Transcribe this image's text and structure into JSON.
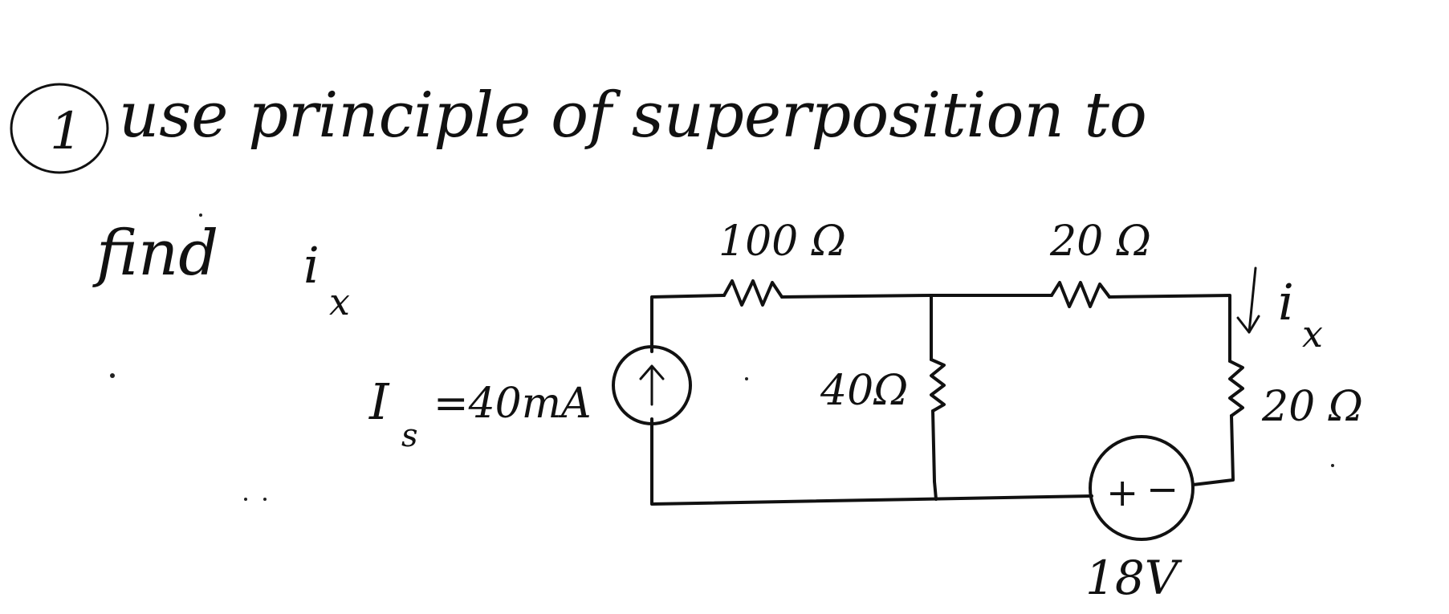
{
  "problem": {
    "number": "1",
    "line1": "use principle of superposition to",
    "line2": "find"
  },
  "target": {
    "symbol": "i",
    "subscript": "x"
  },
  "components": {
    "current_source": {
      "symbol": "I",
      "subscript": "s",
      "value": "=40mA",
      "arrow_icon": "up-arrow"
    },
    "r_top_left": "100 Ω",
    "r_top_right": "20 Ω",
    "r_middle": "40Ω",
    "r_right": "20 Ω",
    "voltage_source": {
      "value": "18V",
      "plus": "+",
      "minus": "−"
    },
    "branch_current": {
      "symbol": "i",
      "subscript": "x",
      "arrow_icon": "down-arrow"
    }
  }
}
